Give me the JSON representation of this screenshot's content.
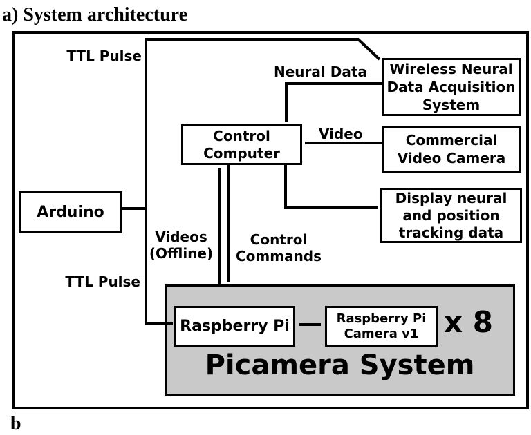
{
  "title": "a) System architecture",
  "partial_next_panel_label": "b",
  "colors": {
    "line": "#000000",
    "box_bg": "#ffffff",
    "gray_bg": "#c9c9c9",
    "page_bg": "#ffffff"
  },
  "boxes": {
    "wireless": {
      "lines": [
        "Wireless Neural",
        "Data Acquisition",
        "System"
      ]
    },
    "commercial": {
      "lines": [
        "Commercial",
        "Video Camera"
      ]
    },
    "display": {
      "lines": [
        "Display neural",
        "and position",
        "tracking data"
      ]
    },
    "control": {
      "lines": [
        "Control",
        "Computer"
      ]
    },
    "arduino": {
      "label": "Arduino"
    },
    "raspberry_pi": {
      "label": "Raspberry Pi"
    },
    "pi_camera": {
      "lines": [
        "Raspberry Pi",
        "Camera v1"
      ]
    },
    "picamera_system": {
      "label": "Picamera System",
      "multiplier": "x 8"
    }
  },
  "wire_labels": {
    "ttl_pulse_top": "TTL Pulse",
    "ttl_pulse_bottom": "TTL Pulse",
    "neural_data": "Neural Data",
    "video": "Video",
    "videos_offline_line1": "Videos",
    "videos_offline_line2": "(Offline)",
    "control_commands_line1": "Control",
    "control_commands_line2": "Commands"
  }
}
